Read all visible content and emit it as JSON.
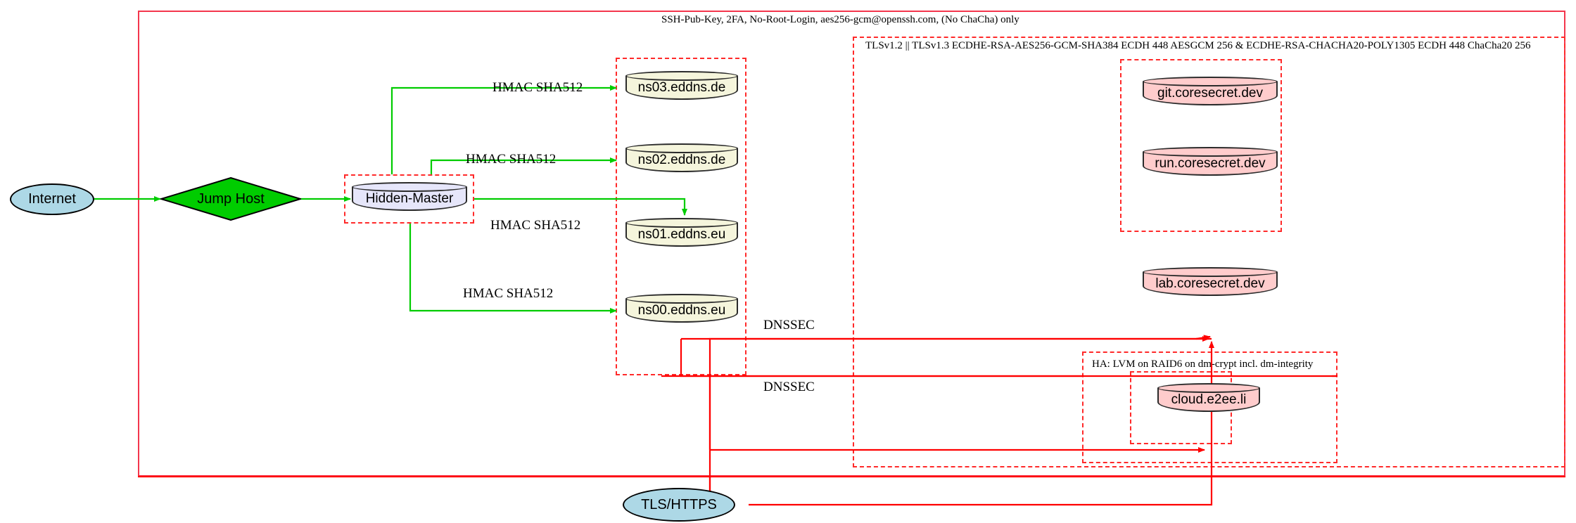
{
  "diagram": {
    "title_label": "SSH-Pub-Key, 2FA, No-Root-Login, aes256-gcm@openssh.com, (No ChaCha) only",
    "clusters": {
      "outer": {
        "label": "SSH-Pub-Key, 2FA, No-Root-Login, aes256-gcm@openssh.com, (No ChaCha) only"
      },
      "tls": {
        "label": "TLSv1.2 || TLSv1.3 ECDHE-RSA-AES256-GCM-SHA384 ECDH 448 AESGCM 256 & ECDHE-RSA-CHACHA20-POLY1305 ECDH 448 ChaCha20 256"
      },
      "ha": {
        "label": "HA: LVM on RAID6 on dm-crypt incl. dm-integrity"
      },
      "hidden_master": {
        "label": ""
      },
      "nameservers": {
        "label": ""
      },
      "coresecret": {
        "label": ""
      },
      "cloud": {
        "label": ""
      }
    },
    "nodes": {
      "internet": {
        "label": "Internet",
        "shape": "ellipse",
        "color": "#add8e6"
      },
      "jump_host": {
        "label": "Jump Host",
        "shape": "diamond",
        "color": "#00cc00"
      },
      "hidden_master": {
        "label": "Hidden-Master",
        "shape": "cylinder",
        "color": "#e6e6fa"
      },
      "ns03": {
        "label": "ns03.eddns.de",
        "shape": "cylinder",
        "color": "#f5f5dc"
      },
      "ns02": {
        "label": "ns02.eddns.de",
        "shape": "cylinder",
        "color": "#f5f5dc"
      },
      "ns01": {
        "label": "ns01.eddns.eu",
        "shape": "cylinder",
        "color": "#f5f5dc"
      },
      "ns00": {
        "label": "ns00.eddns.eu",
        "shape": "cylinder",
        "color": "#f5f5dc"
      },
      "git": {
        "label": "git.coresecret.dev",
        "shape": "cylinder",
        "color": "#ffcccc"
      },
      "run": {
        "label": "run.coresecret.dev",
        "shape": "cylinder",
        "color": "#ffcccc"
      },
      "lab": {
        "label": "lab.coresecret.dev",
        "shape": "cylinder",
        "color": "#ffcccc"
      },
      "cloud": {
        "label": "cloud.e2ee.li",
        "shape": "cylinder",
        "color": "#ffcccc"
      },
      "tls_https": {
        "label": "TLS/HTTPS",
        "shape": "ellipse",
        "color": "#add8e6"
      }
    },
    "edge_labels": {
      "hmac_ns03": "HMAC SHA512",
      "hmac_ns02": "HMAC SHA512",
      "hmac_ns01": "HMAC SHA512",
      "hmac_ns00": "HMAC SHA512",
      "dnssec_upper": "DNSSEC",
      "dnssec_lower": "DNSSEC"
    },
    "colors": {
      "edge_green": "#00cc00",
      "edge_red": "#ff0000",
      "cluster_border_red": "#ff2a2a",
      "outer_border_red": "#f4364c"
    }
  }
}
